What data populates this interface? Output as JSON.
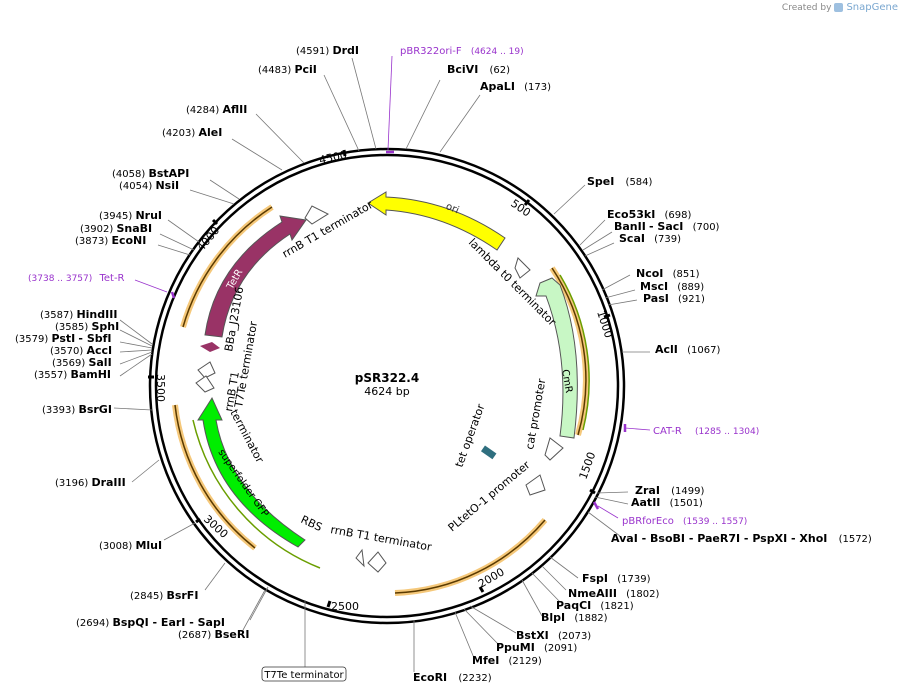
{
  "brand": {
    "created_by": "Created by",
    "name": "SnapGene"
  },
  "plasmid": {
    "name": "pSR322.4",
    "length_label": "4624 bp",
    "length": 4624
  },
  "tick_labels": [
    "500",
    "1000",
    "1500",
    "2000",
    "2500",
    "3000",
    "3500",
    "4000",
    "4500"
  ],
  "enzymes_right": [
    {
      "name": "SpeI",
      "pos": "(584)"
    },
    {
      "name": "Eco53kI",
      "pos": "(698)"
    },
    {
      "name": "BanII",
      "sep": "- SacI",
      "pos": "(700)"
    },
    {
      "name": "ScaI",
      "pos": "(739)"
    },
    {
      "name": "NcoI",
      "pos": "(851)"
    },
    {
      "name": "MscI",
      "pos": "(889)"
    },
    {
      "name": "PasI",
      "pos": "(921)"
    },
    {
      "name": "AclI",
      "pos": "(1067)"
    },
    {
      "name": "ZraI",
      "pos": "(1499)"
    },
    {
      "name": "AatII",
      "pos": "(1501)"
    },
    {
      "name": "AvaI - BsoBI - PaeR7I - PspXI - XhoI",
      "pos": "(1572)"
    },
    {
      "name": "FspI",
      "pos": "(1739)"
    },
    {
      "name": "NmeAIII",
      "pos": "(1802)"
    },
    {
      "name": "PaqCI",
      "pos": "(1821)"
    },
    {
      "name": "BlpI",
      "pos": "(1882)"
    },
    {
      "name": "BstXI",
      "pos": "(2073)"
    },
    {
      "name": "PpuMI",
      "pos": "(2091)"
    },
    {
      "name": "MfeI",
      "pos": "(2129)"
    },
    {
      "name": "EcoRI",
      "pos": "(2232)"
    }
  ],
  "enzymes_left": [
    {
      "name": "DrdI",
      "pos": "(4591)"
    },
    {
      "name": "PciI",
      "pos": "(4483)"
    },
    {
      "name": "AflII",
      "pos": "(4284)"
    },
    {
      "name": "AleI",
      "pos": "(4203)"
    },
    {
      "name": "BstAPI",
      "pos": "(4058)"
    },
    {
      "name": "NsiI",
      "pos": "(4054)"
    },
    {
      "name": "NruI",
      "pos": "(3945)"
    },
    {
      "name": "SnaBI",
      "pos": "(3902)"
    },
    {
      "name": "EcoNI",
      "pos": "(3873)"
    },
    {
      "name": "HindIII",
      "pos": "(3587)"
    },
    {
      "name": "SphI",
      "pos": "(3585)"
    },
    {
      "name": "PstI",
      "sep": "- SbfI",
      "pos": "(3579)"
    },
    {
      "name": "AccI",
      "pos": "(3570)"
    },
    {
      "name": "SalI",
      "pos": "(3569)"
    },
    {
      "name": "BamHI",
      "pos": "(3557)"
    },
    {
      "name": "BsrGI",
      "pos": "(3393)"
    },
    {
      "name": "DraIII",
      "pos": "(3196)"
    },
    {
      "name": "MluI",
      "pos": "(3008)"
    },
    {
      "name": "BsrFI",
      "pos": "(2845)"
    },
    {
      "name": "BspQI - EarI - SapI",
      "pos": "(2694)"
    },
    {
      "name": "BseRI",
      "pos": "(2687)"
    }
  ],
  "enzymes_top": [
    {
      "name": "BciVI",
      "pos": "(62)"
    },
    {
      "name": "ApaLI",
      "pos": "(173)"
    }
  ],
  "primers": [
    {
      "name": "pBR322ori-F",
      "range": "(4624 .. 19)"
    },
    {
      "name": "Tet-R",
      "range": "(3738 .. 3757)"
    },
    {
      "name": "CAT-R",
      "range": "(1285 .. 1304)"
    },
    {
      "name": "pBRforEco",
      "range": "(1539 .. 1557)"
    }
  ],
  "features": {
    "ori": "ori",
    "cmr": "CmR",
    "tetr": "TetR",
    "sfgfp": "superfolder GFP",
    "lambda_t0": "lambda t0 terminator",
    "rrnb_t1_top": "rrnB T1 terminator",
    "rrnb_t1_bottom": "rrnB T1 terminator",
    "rrnb_t1_left": "rrnB T1",
    "t7te_left": "T7Te terminator",
    "bba": "BBa_J23106",
    "terminator_left": "terminator",
    "rbs": "RBS",
    "cat_promoter": "cat promoter",
    "tet_operator": "tet operator",
    "pltet": "PLtetO-1 promoter",
    "t7te_box": "T7Te terminator"
  },
  "colors": {
    "ori": "#ffff00",
    "cmr": "#c8f7c5",
    "tetr": "#993366",
    "gfp": "#00ee00",
    "primer": "#9933cc",
    "orange": "#f5a623",
    "cut": "#777777"
  }
}
